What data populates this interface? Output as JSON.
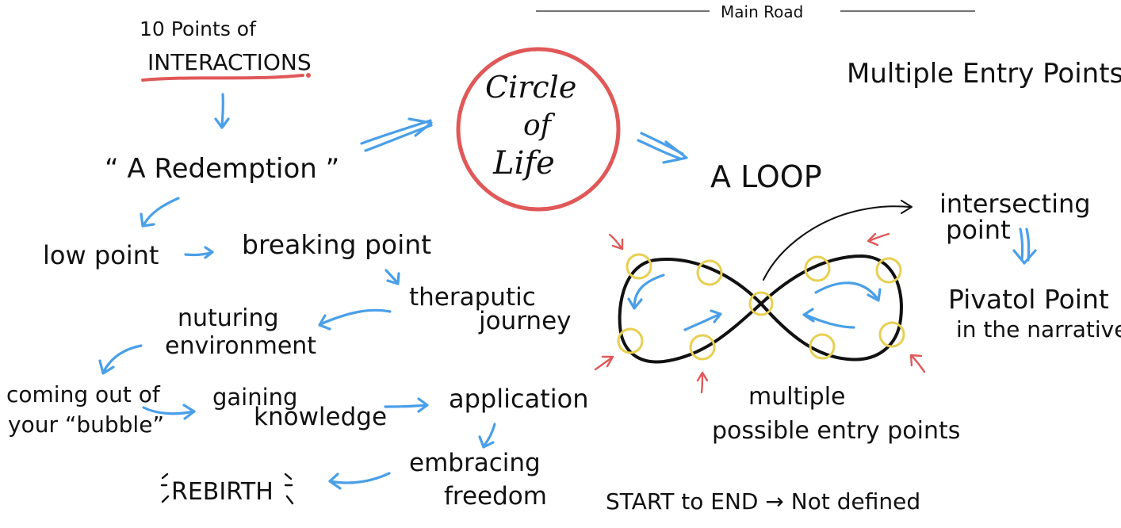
{
  "road": {
    "label": "Main Road"
  },
  "header": {
    "title_line_1": "10 Points of",
    "title_line_2": "INTERACTIONS",
    "multiple_entry_title": "Multiple Entry Points"
  },
  "center": {
    "circle_line_1": "Circle",
    "circle_line_2": "of",
    "circle_line_3": "Life",
    "loop_label": "A LOOP"
  },
  "left_flow": {
    "redemption": "“ A Redemption ”",
    "low_point": "low point",
    "breaking_point": "breaking point",
    "therapeutic_1": "theraputic",
    "therapeutic_2": "journey",
    "nurturing_1": "nuturing",
    "nurturing_2": "environment",
    "coming_1": "coming out of",
    "coming_2": "your “bubble”",
    "gaining_1": "gaining",
    "gaining_2": "knowledge",
    "application": "application",
    "embracing_1": "embracing",
    "embracing_2": "freedom",
    "rebirth": "REBIRTH"
  },
  "right_flow": {
    "intersecting_1": "intersecting",
    "intersecting_2": "point",
    "pivotal_1": "Pivatol Point",
    "pivotal_2": "in the narrative",
    "multiple_1": "multiple",
    "multiple_2": "possible entry points",
    "start_end": "START to END → Not defined"
  },
  "colors": {
    "blue_arrow": "#4a9fe8",
    "red_arrow": "#e05858",
    "entry_circle": "#e7cf52",
    "circle_outline": "#e05858"
  }
}
